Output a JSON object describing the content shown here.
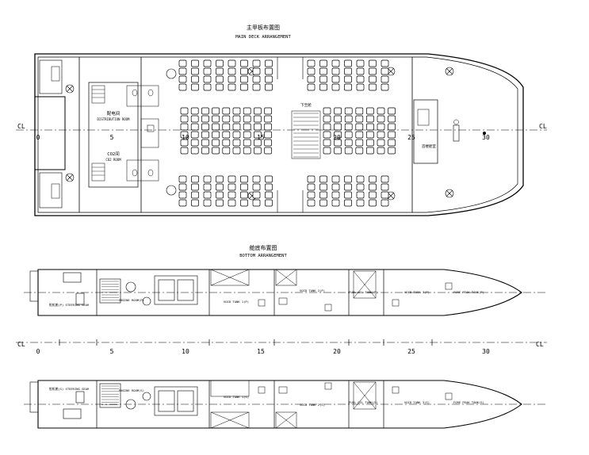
{
  "main_deck": {
    "title_cn": "主甲板布置图",
    "title_en": "MAIN DECK ARRANGEMENT",
    "cl_left": "CL",
    "cl_right": "CL",
    "frame_labels": [
      "0",
      "5",
      "10",
      "15",
      "20",
      "25",
      "30"
    ],
    "rooms": {
      "distribution_cn": "配电间",
      "distribution_en": "DISTRIBUTION ROOM",
      "co2_cn": "CO2间",
      "co2_en": "CO2 ROOM",
      "stair_label": "下至舱",
      "bow_room": "首楼舱室"
    }
  },
  "bottom": {
    "title_cn": "舱底布置图",
    "title_en": "BOTTOM ARRANGEMENT",
    "cl_left": "CL",
    "cl_right": "CL",
    "frame_labels": [
      "0",
      "5",
      "10",
      "15",
      "20",
      "25",
      "30"
    ],
    "upper_hull": {
      "steering": "舵机舱(P) STEERING GEAR",
      "engine": "ENGINE ROOM(P)",
      "void1": "VOID TANK 1(P)",
      "void2": "VOID TANK 2(P)",
      "fuel": "FUEL OIL TANK(P)",
      "void3": "VOID TANK 3(P)",
      "fore_peak": "FORE PEAK TANK(P)"
    },
    "lower_hull": {
      "steering": "舵机舱(S) STEERING GEAR",
      "engine": "ENGINE ROOM(S)",
      "void1": "VOID TANK 1(S)",
      "void2": "VOID TANK 2(S)",
      "fuel": "FUEL OIL TANK(S)",
      "void3": "VOID TANK 3(S)",
      "fore_peak": "FORE PEAK TANK(S)"
    }
  }
}
